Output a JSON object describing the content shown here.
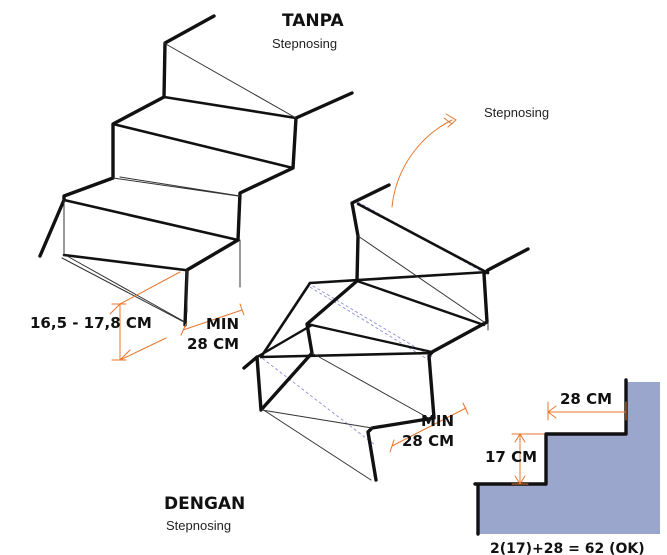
{
  "colors": {
    "ink": "#111111",
    "dimension": "#e8762c",
    "nosing_guide": "#8a8fd8",
    "section_fill": "#9aa6cc"
  },
  "top_figure": {
    "title": "TANPA",
    "subtitle": "Stepnosing",
    "riser_label": "16,5 - 17,8 CM",
    "tread_label_line1": "MIN",
    "tread_label_line2": "28 CM"
  },
  "bottom_figure": {
    "title": "DENGAN",
    "subtitle": "Stepnosing",
    "callout": "Stepnosing",
    "tread_label_line1": "MIN",
    "tread_label_line2": "28 CM"
  },
  "section": {
    "tread_label": "28 CM",
    "riser_label": "17 CM",
    "formula": "2(17)+28 = 62 (OK)"
  }
}
